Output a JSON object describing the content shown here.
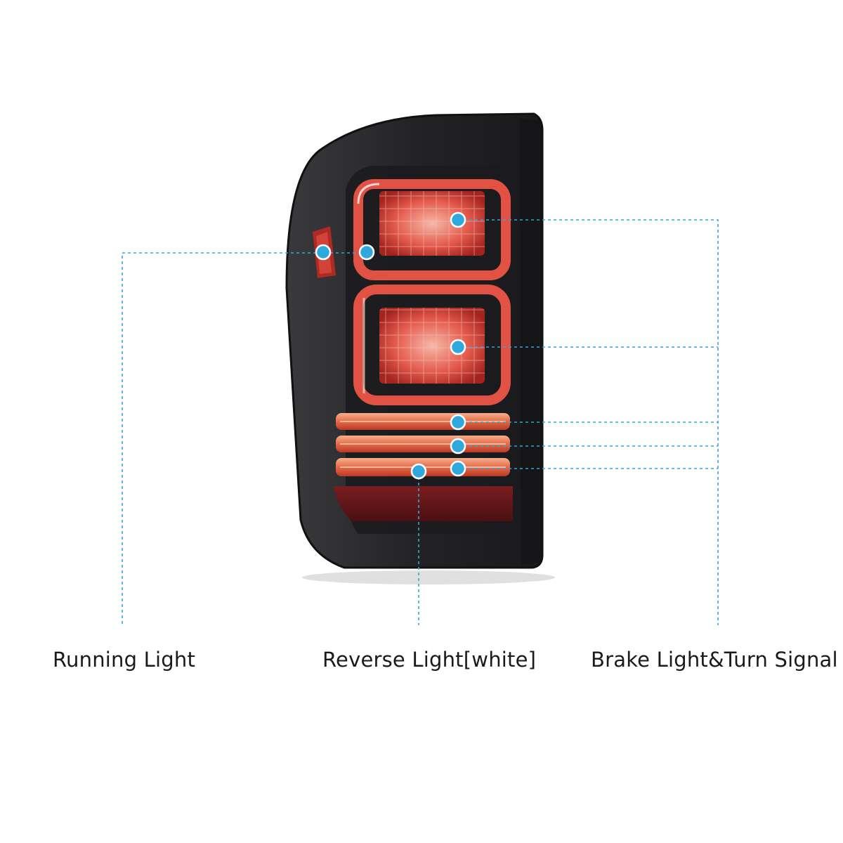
{
  "labels": {
    "running": "Running Light",
    "reverse": "Reverse Light[white]",
    "brake": "Brake Light&Turn Signal"
  },
  "colors": {
    "callout": "#2fa8dc",
    "housing": "#2b2b2e",
    "lens_red": "#d8433a",
    "label_text": "#1a1a1a"
  }
}
